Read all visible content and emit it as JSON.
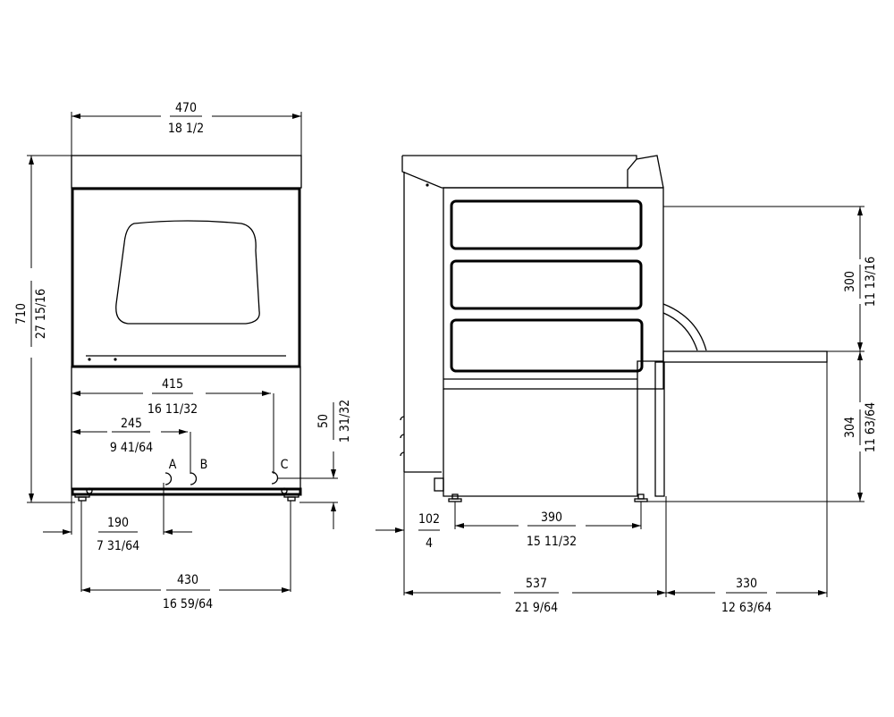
{
  "front_view": {
    "width": {
      "metric": "470",
      "imperial": "18 1/2"
    },
    "height": {
      "metric": "710",
      "imperial": "27 15/16"
    },
    "conn_c_offset": {
      "metric": "415",
      "imperial": "16 11/32"
    },
    "conn_b_offset": {
      "metric": "245",
      "imperial": "9 41/64"
    },
    "conn_a_offset": {
      "metric": "190",
      "imperial": "7 31/64"
    },
    "conn_height": {
      "metric": "50",
      "imperial": "1 31/32"
    },
    "feet_spacing": {
      "metric": "430",
      "imperial": "16 59/64"
    },
    "connections": [
      "A",
      "B",
      "C"
    ]
  },
  "side_view": {
    "rear_offset": {
      "metric": "102",
      "imperial": "4"
    },
    "feet_spacing": {
      "metric": "390",
      "imperial": "15 11/32"
    },
    "depth": {
      "metric": "537",
      "imperial": "21 9/64"
    },
    "door_open": {
      "metric": "330",
      "imperial": "12 63/64"
    },
    "door_clearance": {
      "metric": "300",
      "imperial": "11 13/16"
    },
    "door_height": {
      "metric": "304",
      "imperial": "11 63/64"
    }
  }
}
